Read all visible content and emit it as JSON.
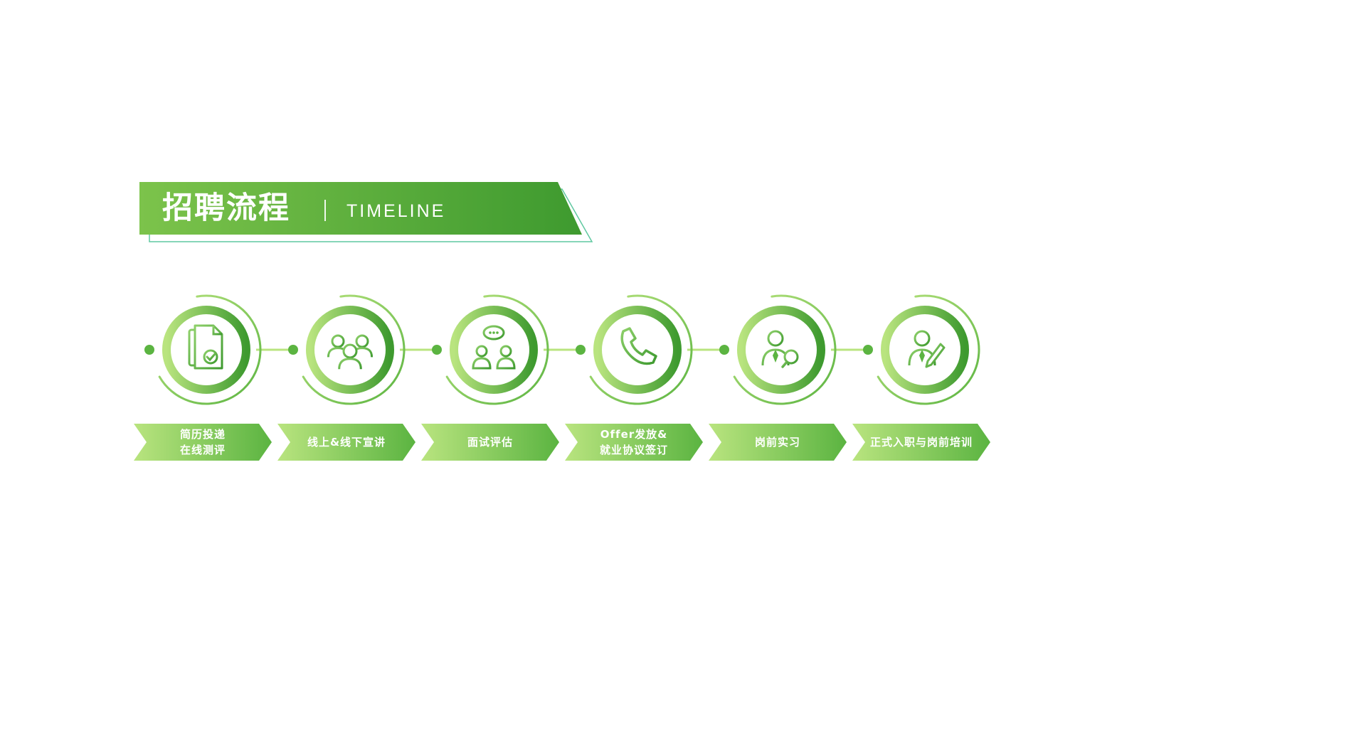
{
  "header": {
    "title": "招聘流程",
    "subtitle": "TIMELINE"
  },
  "colors": {
    "green_dark": "#3e9a2f",
    "green_mid": "#5bb441",
    "green_light": "#b9e47f",
    "outline_teal": "#5fc8a0",
    "white": "#ffffff"
  },
  "steps": [
    {
      "icon": "resume-document-icon",
      "lines": [
        "简历投递",
        "在线测评"
      ]
    },
    {
      "icon": "group-people-icon",
      "lines": [
        "线上&线下宣讲"
      ]
    },
    {
      "icon": "interview-chat-icon",
      "lines": [
        "面试评估"
      ]
    },
    {
      "icon": "phone-icon",
      "lines": [
        "Offer发放&",
        "就业协议签订"
      ]
    },
    {
      "icon": "person-search-icon",
      "lines": [
        "岗前实习"
      ]
    },
    {
      "icon": "person-pen-icon",
      "lines": [
        "正式入职与岗前培训"
      ]
    }
  ]
}
